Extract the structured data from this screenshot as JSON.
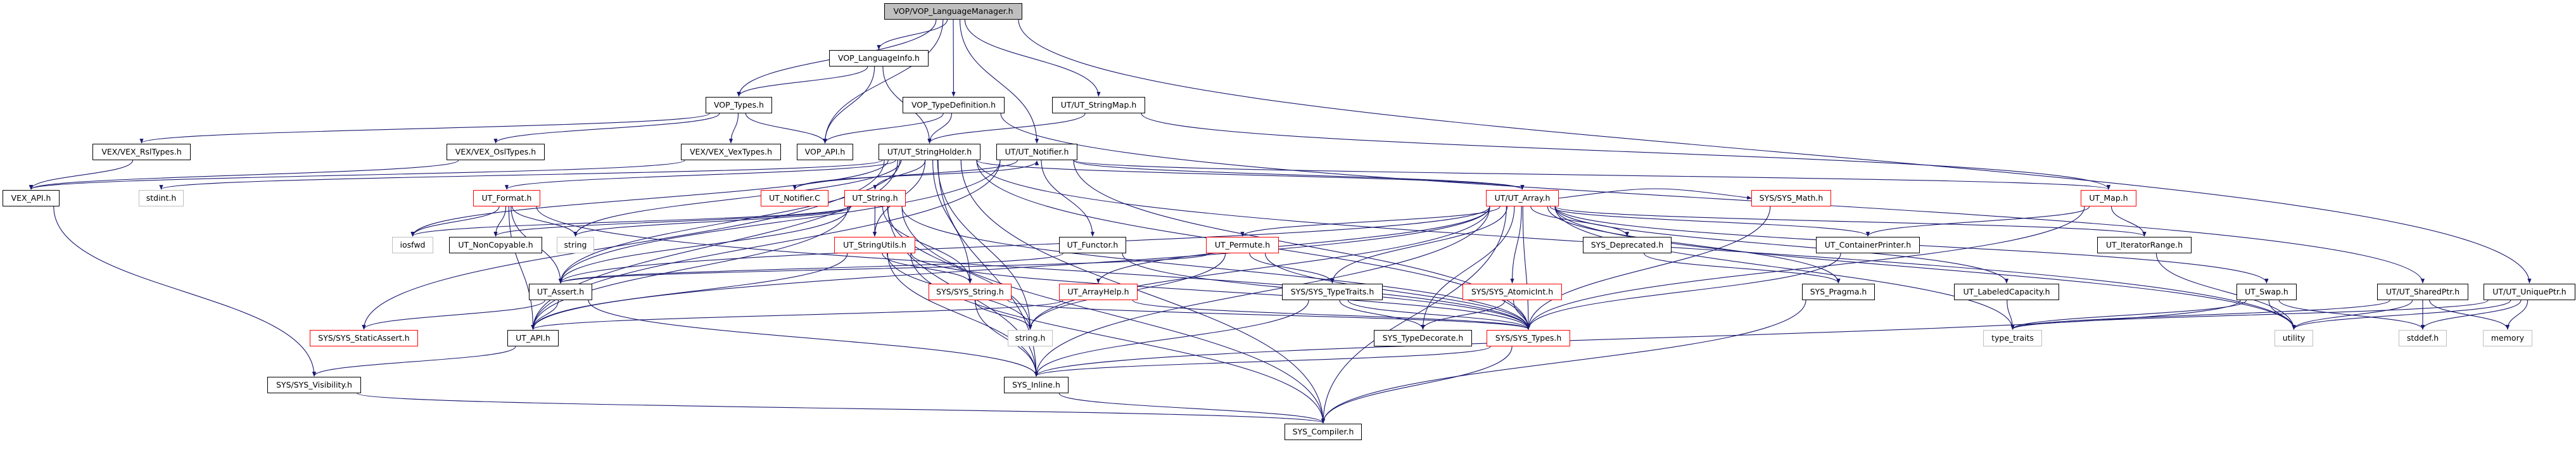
{
  "graph": {
    "edge_color": "#191970",
    "node_styles": {
      "root": "#bfbfbf",
      "red_border": "#ff0000",
      "gray_border": "#bfbfbf",
      "normal_border": "#000000"
    },
    "nodes": [
      {
        "id": "root",
        "label": "VOP/VOP_LanguageManager.h",
        "style": "root"
      },
      {
        "id": "langinfo",
        "label": "VOP_LanguageInfo.h",
        "style": "normal"
      },
      {
        "id": "voptypes",
        "label": "VOP_Types.h",
        "style": "normal"
      },
      {
        "id": "typedef",
        "label": "VOP_TypeDefinition.h",
        "style": "normal"
      },
      {
        "id": "stringmap",
        "label": "UT/UT_StringMap.h",
        "style": "normal"
      },
      {
        "id": "rsl",
        "label": "VEX/VEX_RslTypes.h",
        "style": "normal"
      },
      {
        "id": "osl",
        "label": "VEX/VEX_OslTypes.h",
        "style": "normal"
      },
      {
        "id": "vex",
        "label": "VEX/VEX_VexTypes.h",
        "style": "normal"
      },
      {
        "id": "vopapi",
        "label": "VOP_API.h",
        "style": "normal"
      },
      {
        "id": "strholder",
        "label": "UT/UT_StringHolder.h",
        "style": "normal"
      },
      {
        "id": "notifier",
        "label": "UT/UT_Notifier.h",
        "style": "normal"
      },
      {
        "id": "vexapi",
        "label": "VEX_API.h",
        "style": "normal"
      },
      {
        "id": "stdint",
        "label": "stdint.h",
        "style": "gray"
      },
      {
        "id": "format",
        "label": "UT_Format.h",
        "style": "red"
      },
      {
        "id": "notifierc",
        "label": "UT_Notifier.C",
        "style": "red"
      },
      {
        "id": "utstring",
        "label": "UT_String.h",
        "style": "red"
      },
      {
        "id": "array",
        "label": "UT/UT_Array.h",
        "style": "red"
      },
      {
        "id": "math",
        "label": "SYS/SYS_Math.h",
        "style": "red"
      },
      {
        "id": "map",
        "label": "UT_Map.h",
        "style": "red"
      },
      {
        "id": "iosfwd",
        "label": "iosfwd",
        "style": "gray"
      },
      {
        "id": "noncopy",
        "label": "UT_NonCopyable.h",
        "style": "normal"
      },
      {
        "id": "stdstring",
        "label": "string",
        "style": "gray"
      },
      {
        "id": "strutils",
        "label": "UT_StringUtils.h",
        "style": "red"
      },
      {
        "id": "functor",
        "label": "UT_Functor.h",
        "style": "normal"
      },
      {
        "id": "permute",
        "label": "UT_Permute.h",
        "style": "red"
      },
      {
        "id": "deprecated",
        "label": "SYS_Deprecated.h",
        "style": "normal"
      },
      {
        "id": "contprinter",
        "label": "UT_ContainerPrinter.h",
        "style": "normal"
      },
      {
        "id": "itrange",
        "label": "UT_IteratorRange.h",
        "style": "normal"
      },
      {
        "id": "assert",
        "label": "UT_Assert.h",
        "style": "normal"
      },
      {
        "id": "sysstring",
        "label": "SYS/SYS_String.h",
        "style": "red"
      },
      {
        "id": "arrayhelp",
        "label": "UT_ArrayHelp.h",
        "style": "red"
      },
      {
        "id": "typetraits",
        "label": "SYS/SYS_TypeTraits.h",
        "style": "normal"
      },
      {
        "id": "atomic",
        "label": "SYS/SYS_AtomicInt.h",
        "style": "red"
      },
      {
        "id": "pragma",
        "label": "SYS_Pragma.h",
        "style": "normal"
      },
      {
        "id": "labeled",
        "label": "UT_LabeledCapacity.h",
        "style": "normal"
      },
      {
        "id": "swap",
        "label": "UT_Swap.h",
        "style": "normal"
      },
      {
        "id": "shared",
        "label": "UT/UT_SharedPtr.h",
        "style": "normal"
      },
      {
        "id": "unique",
        "label": "UT/UT_UniquePtr.h",
        "style": "normal"
      },
      {
        "id": "staticassert",
        "label": "SYS/SYS_StaticAssert.h",
        "style": "red"
      },
      {
        "id": "utapi",
        "label": "UT_API.h",
        "style": "normal"
      },
      {
        "id": "stringh",
        "label": "string.h",
        "style": "gray"
      },
      {
        "id": "typedecorate",
        "label": "SYS_TypeDecorate.h",
        "style": "normal"
      },
      {
        "id": "systypes",
        "label": "SYS/SYS_Types.h",
        "style": "red"
      },
      {
        "id": "stdtypetraits",
        "label": "type_traits",
        "style": "gray"
      },
      {
        "id": "utility",
        "label": "utility",
        "style": "gray"
      },
      {
        "id": "stddef",
        "label": "stddef.h",
        "style": "gray"
      },
      {
        "id": "memory",
        "label": "memory",
        "style": "gray"
      },
      {
        "id": "visibility",
        "label": "SYS/SYS_Visibility.h",
        "style": "normal"
      },
      {
        "id": "inline",
        "label": "SYS_Inline.h",
        "style": "normal"
      },
      {
        "id": "compiler",
        "label": "SYS_Compiler.h",
        "style": "normal"
      }
    ],
    "edges": [
      [
        "root",
        "voptypes"
      ],
      [
        "root",
        "vopapi"
      ],
      [
        "root",
        "langinfo"
      ],
      [
        "root",
        "typedef"
      ],
      [
        "root",
        "notifier"
      ],
      [
        "root",
        "stringmap"
      ],
      [
        "root",
        "unique"
      ],
      [
        "langinfo",
        "voptypes"
      ],
      [
        "langinfo",
        "vopapi"
      ],
      [
        "langinfo",
        "strholder"
      ],
      [
        "voptypes",
        "rsl"
      ],
      [
        "voptypes",
        "osl"
      ],
      [
        "voptypes",
        "vex"
      ],
      [
        "voptypes",
        "vopapi"
      ],
      [
        "typedef",
        "vopapi"
      ],
      [
        "typedef",
        "strholder"
      ],
      [
        "typedef",
        "shared"
      ],
      [
        "stringmap",
        "strholder"
      ],
      [
        "stringmap",
        "map"
      ],
      [
        "rsl",
        "vexapi"
      ],
      [
        "osl",
        "vexapi"
      ],
      [
        "vex",
        "vexapi"
      ],
      [
        "vexapi",
        "visibility"
      ],
      [
        "strholder",
        "utstring"
      ],
      [
        "strholder",
        "strutils"
      ],
      [
        "strholder",
        "sysstring"
      ],
      [
        "strholder",
        "stringh"
      ],
      [
        "strholder",
        "format"
      ],
      [
        "strholder",
        "utapi"
      ],
      [
        "strholder",
        "assert"
      ],
      [
        "strholder",
        "systypes"
      ],
      [
        "strholder",
        "staticassert"
      ],
      [
        "strholder",
        "inline"
      ],
      [
        "strholder",
        "compiler"
      ],
      [
        "strholder",
        "stdint"
      ],
      [
        "strholder",
        "iosfwd"
      ],
      [
        "strholder",
        "stdstring"
      ],
      [
        "strholder",
        "utility"
      ],
      [
        "strholder",
        "array"
      ],
      [
        "notifier",
        "notifierc"
      ],
      [
        "notifier",
        "array"
      ],
      [
        "notifier",
        "functor"
      ],
      [
        "notifier",
        "map"
      ],
      [
        "notifier",
        "utapi"
      ],
      [
        "notifier",
        "assert"
      ],
      [
        "notifier",
        "systypes"
      ],
      [
        "notifierc",
        "notifier"
      ],
      [
        "format",
        "iosfwd"
      ],
      [
        "format",
        "noncopy"
      ],
      [
        "format",
        "stdstring"
      ],
      [
        "format",
        "utapi"
      ],
      [
        "format",
        "assert"
      ],
      [
        "format",
        "systypes"
      ],
      [
        "utstring",
        "strutils"
      ],
      [
        "utstring",
        "sysstring"
      ],
      [
        "utstring",
        "stringh"
      ],
      [
        "utstring",
        "utapi"
      ],
      [
        "utstring",
        "assert"
      ],
      [
        "utstring",
        "systypes"
      ],
      [
        "utstring",
        "inline"
      ],
      [
        "utstring",
        "compiler"
      ],
      [
        "utstring",
        "iosfwd"
      ],
      [
        "utstring",
        "stdstring"
      ],
      [
        "utstring",
        "noncopy"
      ],
      [
        "strutils",
        "sysstring"
      ],
      [
        "strutils",
        "stringh"
      ],
      [
        "strutils",
        "inline"
      ],
      [
        "strutils",
        "compiler"
      ],
      [
        "strutils",
        "utapi"
      ],
      [
        "strutils",
        "systypes"
      ],
      [
        "sysstring",
        "stringh"
      ],
      [
        "sysstring",
        "inline"
      ],
      [
        "sysstring",
        "systypes"
      ],
      [
        "assert",
        "utapi"
      ],
      [
        "assert",
        "staticassert"
      ],
      [
        "assert",
        "inline"
      ],
      [
        "utapi",
        "visibility"
      ],
      [
        "visibility",
        "compiler"
      ],
      [
        "inline",
        "compiler"
      ],
      [
        "functor",
        "assert"
      ],
      [
        "functor",
        "systypes"
      ],
      [
        "array",
        "arrayhelp"
      ],
      [
        "array",
        "permute"
      ],
      [
        "array",
        "typetraits"
      ],
      [
        "array",
        "atomic"
      ],
      [
        "array",
        "typedecorate"
      ],
      [
        "array",
        "systypes"
      ],
      [
        "array",
        "math"
      ],
      [
        "array",
        "deprecated"
      ],
      [
        "array",
        "contprinter"
      ],
      [
        "array",
        "pragma"
      ],
      [
        "array",
        "labeled"
      ],
      [
        "array",
        "itrange"
      ],
      [
        "array",
        "swap"
      ],
      [
        "array",
        "utility"
      ],
      [
        "array",
        "stdtypetraits"
      ],
      [
        "array",
        "stringh"
      ],
      [
        "array",
        "inline"
      ],
      [
        "array",
        "assert"
      ],
      [
        "array",
        "utapi"
      ],
      [
        "array",
        "compiler"
      ],
      [
        "arrayhelp",
        "utapi"
      ],
      [
        "arrayhelp",
        "systypes"
      ],
      [
        "permute",
        "assert"
      ],
      [
        "permute",
        "typetraits"
      ],
      [
        "permute",
        "stringh"
      ],
      [
        "permute",
        "systypes"
      ],
      [
        "typetraits",
        "typedecorate"
      ],
      [
        "typetraits",
        "systypes"
      ],
      [
        "typetraits",
        "inline"
      ],
      [
        "atomic",
        "typedecorate"
      ],
      [
        "atomic",
        "systypes"
      ],
      [
        "systypes",
        "compiler"
      ],
      [
        "systypes",
        "inline"
      ],
      [
        "math",
        "systypes"
      ],
      [
        "deprecated",
        "pragma"
      ],
      [
        "contprinter",
        "systypes"
      ],
      [
        "pragma",
        "compiler"
      ],
      [
        "labeled",
        "stdtypetraits"
      ],
      [
        "map",
        "contprinter"
      ],
      [
        "map",
        "itrange"
      ],
      [
        "map",
        "systypes"
      ],
      [
        "itrange",
        "utility"
      ],
      [
        "swap",
        "utility"
      ],
      [
        "swap",
        "stdtypetraits"
      ],
      [
        "swap",
        "stddef"
      ],
      [
        "swap",
        "inline"
      ],
      [
        "shared",
        "utility"
      ],
      [
        "shared",
        "stddef"
      ],
      [
        "shared",
        "memory"
      ],
      [
        "shared",
        "stdtypetraits"
      ],
      [
        "unique",
        "utility"
      ],
      [
        "unique",
        "stddef"
      ],
      [
        "unique",
        "memory"
      ],
      [
        "unique",
        "stdtypetraits"
      ]
    ]
  }
}
